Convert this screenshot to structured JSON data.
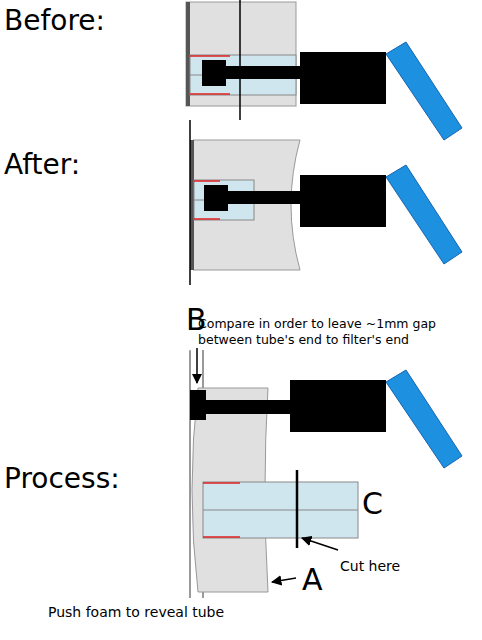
{
  "diagram": {
    "labels": [
      "Before:",
      "After:",
      "B",
      "Compare in order to leave ~1mm gap between tube's end to filter's end",
      "Process:",
      "C",
      "Cut here",
      "A",
      "Push foam to reveal tube"
    ]
  }
}
